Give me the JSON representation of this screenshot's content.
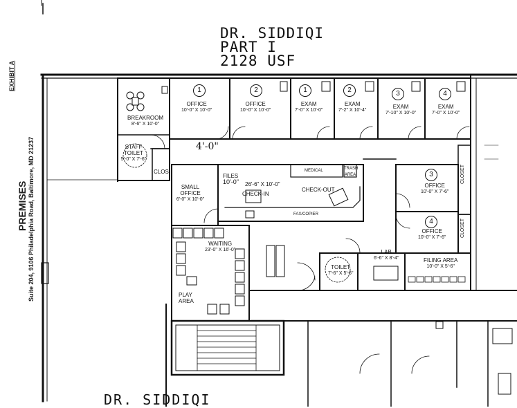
{
  "header": {
    "line1": "DR. SIDDIQI",
    "line2": "PART I",
    "line3": "2128 USF"
  },
  "side": {
    "exhibit": "EXHIBIT A",
    "premises": "PREMISES",
    "address": "Suite 204, 9106 Philadelphia Road, Baltimore, MD 21237"
  },
  "rooms": {
    "office1": {
      "num": "1",
      "name": "OFFICE",
      "dim": "10'-0\" X 10'-0\""
    },
    "office2": {
      "num": "2",
      "name": "OFFICE",
      "dim": "10'-0\" X 10'-0\""
    },
    "exam1": {
      "num": "1",
      "name": "EXAM",
      "dim": "7'-0\" X 10'-0\""
    },
    "exam2": {
      "num": "2",
      "name": "EXAM",
      "dim": "7'-2\" X 10'-4\""
    },
    "exam3": {
      "num": "3",
      "name": "EXAM",
      "dim": "7'-10\" X 10'-0\""
    },
    "exam4": {
      "num": "4",
      "name": "EXAM",
      "dim": "7'-0\" X 10'-0\""
    },
    "breakroom": {
      "name": "BREAKROOM",
      "dim": "8'-6\" X 10'-0\""
    },
    "staff_toilet": {
      "name": "STAFF TOILET",
      "dim": "5'-0\" X 7'-6\""
    },
    "clos": {
      "name": "CLOS."
    },
    "corridor_dim": "4'-0\"",
    "small_office": {
      "name": "SMALL OFFICE",
      "dim": "6'-0\" X 10'-0\""
    },
    "files": {
      "name": "FILES",
      "dim": "10'-0\""
    },
    "checkin": {
      "name": "CHECK-IN",
      "dim": "26'-6\" X 10'-0\""
    },
    "checkout": {
      "name": "CHECK-OUT"
    },
    "medical": {
      "name": "MEDICAL"
    },
    "trash": {
      "name": "TRASH AREA"
    },
    "fax": {
      "name": "FAX/COPIER"
    },
    "office3": {
      "num": "3",
      "name": "OFFICE",
      "dim": "10'-0\" X 7'-6\""
    },
    "office4": {
      "num": "4",
      "name": "OFFICE",
      "dim": "10'-0\" X 7'-6\""
    },
    "closet": {
      "name": "CLOSET"
    },
    "closet2": {
      "name": "CLOSET"
    },
    "waiting": {
      "name": "WAITING",
      "dim": "23'-0\" X 16'-0\""
    },
    "play": {
      "name": "PLAY AREA"
    },
    "toilet": {
      "name": "TOILET",
      "dim": "7'-6\" X 5'-6\""
    },
    "lab": {
      "name": "LAB",
      "dim": "6'-6\" X 8'-4\""
    },
    "filing": {
      "name": "FILING AREA",
      "dim": "10'-0\" X 5'-6\""
    }
  },
  "footer": {
    "partial_title": "DR. SIDDIQI"
  }
}
